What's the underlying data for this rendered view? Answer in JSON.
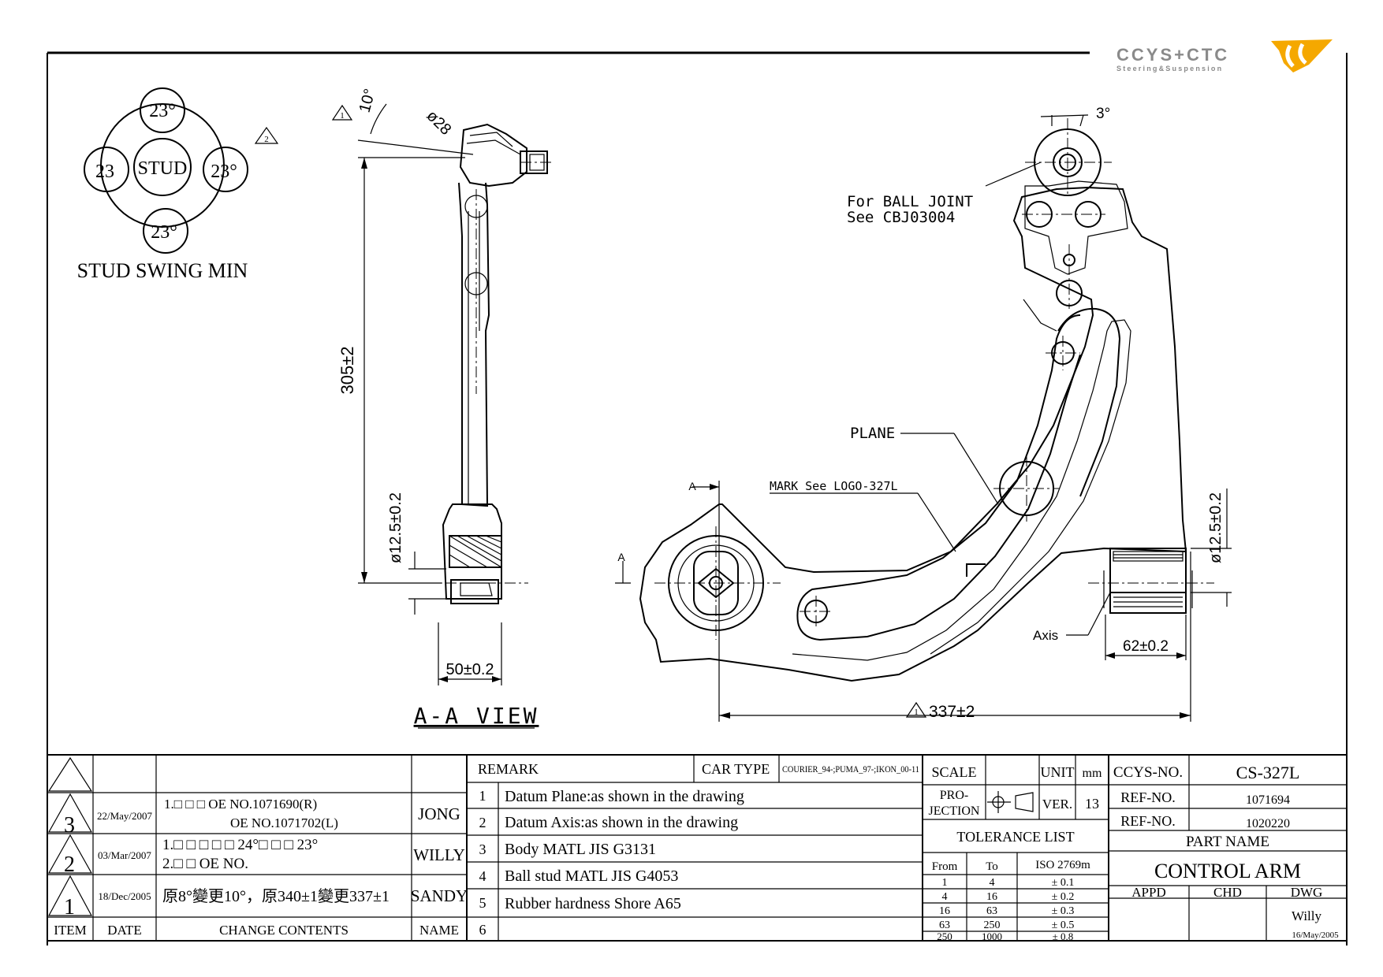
{
  "logo": {
    "brand": "CCYS+CTC",
    "tagline": "Steering&Suspension",
    "accent": "#f5a800",
    "gray": "#8a8a8a"
  },
  "stud_swing": {
    "title": "STUD SWING MIN",
    "center": "STUD",
    "top": "23°",
    "left": "23",
    "right": "23°",
    "bottom": "23°",
    "revision_mark": "2"
  },
  "section_view": {
    "title": "A-A  VIEW",
    "angle": "10°",
    "angle_revision": "1",
    "ball_dia": "ø28",
    "height": "305±2",
    "bush_dia": "ø12.5±0.2",
    "width": "50±0.2"
  },
  "plan_view": {
    "ball_angle": "3°",
    "ball_note_1": "For BALL JOINT",
    "ball_note_2": "See CBJ03004",
    "plane_label": "PLANE",
    "mark_label": "MARK See LOGO-327L",
    "section_a1": "A",
    "section_a2": "A",
    "axis_label": "Axis",
    "bush_dia": "ø12.5±0.2",
    "bush_width": "62±0.2",
    "length": "337±2",
    "length_revision": "1"
  },
  "revisions": {
    "headers": {
      "item": "ITEM",
      "date": "DATE",
      "change": "CHANGE CONTENTS",
      "name": "NAME"
    },
    "rows": [
      {
        "item": "3",
        "date": "22/May/2007",
        "line1": "1.□ □ □  OE   NO.1071690(R)",
        "line2": "OE   NO.1071702(L)",
        "name": "JONG"
      },
      {
        "item": "2",
        "date": "03/Mar/2007",
        "line1": "1.□ □ □ □    □ 24°□ □ □ 23°",
        "line2": "2.□ □  OE   NO.",
        "name": "WILLY"
      },
      {
        "item": "1",
        "date": "18/Dec/2005",
        "line1": "原8°變更10°，原340±1變更337±1",
        "line2": "",
        "name": "SANDY"
      }
    ]
  },
  "remark": {
    "header": "REMARK",
    "car_type_label": "CAR TYPE",
    "car_type": "COURIER_94-;PUMA_97-;IKON_00-11",
    "items": [
      {
        "n": "1",
        "text": "Datum Plane:as shown in the drawing"
      },
      {
        "n": "2",
        "text": "Datum Axis:as shown in the drawing"
      },
      {
        "n": "3",
        "text": "Body MATL JIS G3131"
      },
      {
        "n": "4",
        "text": "Ball stud MATL JIS G4053"
      },
      {
        "n": "5",
        "text": "Rubber hardness Shore A65"
      },
      {
        "n": "6",
        "text": ""
      }
    ]
  },
  "scale_block": {
    "scale": "SCALE",
    "unit_label": "UNIT",
    "unit": "mm",
    "projection": "PRO-",
    "projection2": "JECTION",
    "ver_label": "VER.",
    "ver": "13",
    "tolerance_title": "TOLERANCE LIST",
    "tol_headers": {
      "from": "From",
      "to": "To",
      "iso": "ISO 2769m"
    },
    "tolerances": [
      {
        "from": "1",
        "to": "4",
        "tol": "± 0.1"
      },
      {
        "from": "4",
        "to": "16",
        "tol": "± 0.2"
      },
      {
        "from": "16",
        "to": "63",
        "tol": "± 0.3"
      },
      {
        "from": "63",
        "to": "250",
        "tol": "± 0.5"
      },
      {
        "from": "250",
        "to": "1000",
        "tol": "± 0.8"
      }
    ]
  },
  "title_block": {
    "ccys_label": "CCYS-NO.",
    "ccys_no": "CS-327L",
    "ref1_label": "REF-NO.",
    "ref1": "1071694",
    "ref2_label": "REF-NO.",
    "ref2": "1020220",
    "part_name_label": "PART NAME",
    "part_name": "CONTROL ARM",
    "appd": "APPD",
    "chd": "CHD",
    "dwg": "DWG",
    "drawn_by": "Willy",
    "date": "16/May/2005"
  }
}
